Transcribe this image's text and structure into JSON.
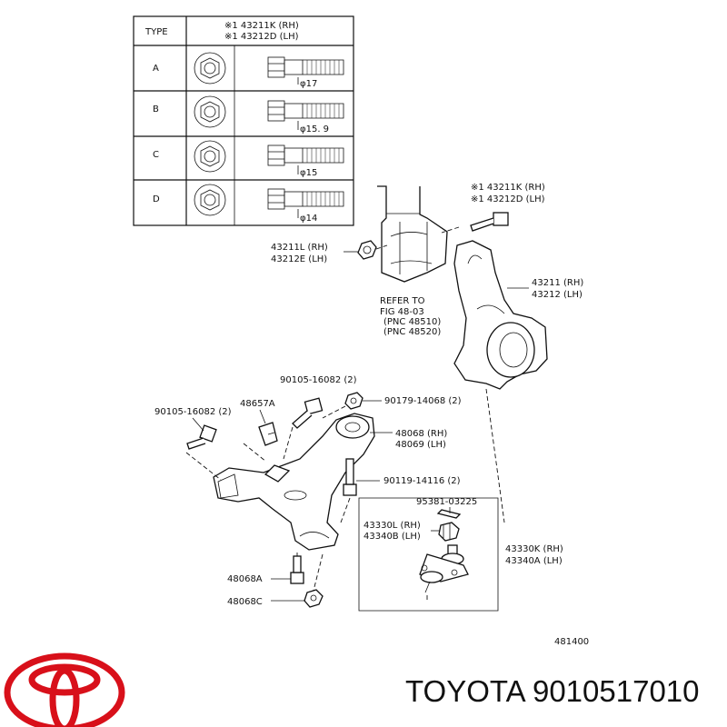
{
  "table": {
    "header_type": "TYPE",
    "header_part_rh": "※1 43211K (RH)",
    "header_part_lh": "※1 43212D (LH)",
    "rows": [
      {
        "type": "A",
        "dia": "φ17"
      },
      {
        "type": "B",
        "dia": "φ15. 9"
      },
      {
        "type": "C",
        "dia": "φ15"
      },
      {
        "type": "D",
        "dia": "φ14"
      }
    ]
  },
  "labels": {
    "bolt_rh": "※1 43211K (RH)",
    "bolt_lh": "※1 43212D (LH)",
    "nut_rh": "43211L (RH)",
    "nut_lh": "43212E (LH)",
    "knuckle_rh": "43211 (RH)",
    "knuckle_lh": "43212 (LH)",
    "refer_1": "REFER TO",
    "refer_2": "FIG 48-03",
    "refer_3": "(PNC 48510)",
    "refer_4": "(PNC 48520)",
    "bolt_top": "90105-16082 (2)",
    "nut_90179": "90179-14068 (2)",
    "bolt_left": "90105-16082 (2)",
    "bracket": "48657A",
    "arm_rh": "48068 (RH)",
    "arm_lh": "48069 (LH)",
    "bolt_90119": "90119-14116 (2)",
    "pin": "95381-03225",
    "bj_nut_rh": "43330L (RH)",
    "bj_nut_lh": "43340B (LH)",
    "bj_rh": "43330K (RH)",
    "bj_lh": "43340A (LH)",
    "p48068a": "48068A",
    "p48068c": "48068C",
    "fig_no": "481400"
  },
  "brand": {
    "text": "TOYOTA 9010517010",
    "logo_name": "toyota-logo",
    "logo_color": "#d8101a"
  }
}
